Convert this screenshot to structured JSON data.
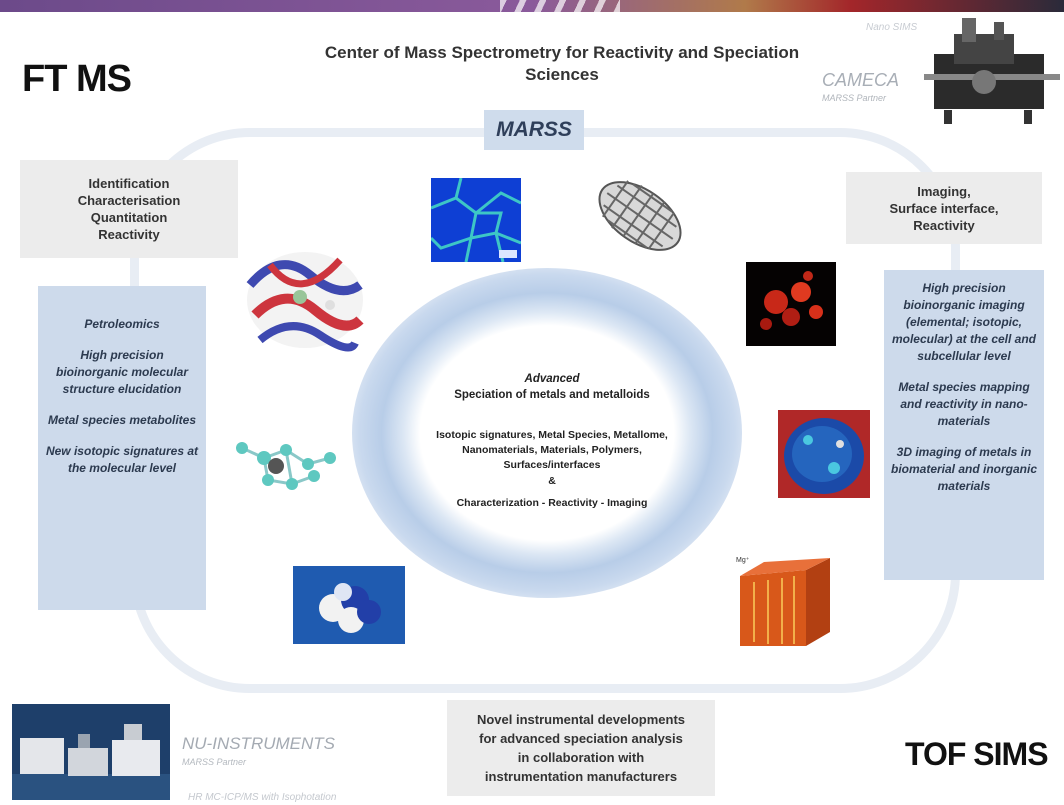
{
  "header": {
    "title_line1": "Center of Mass Spectrometry for Reactivity and Speciation",
    "title_line2": "Sciences"
  },
  "labels": {
    "ft_ms": "FT MS",
    "tof_sims": "TOF SIMS",
    "marss": "MARSS"
  },
  "left": {
    "header_lines": [
      "Identification",
      "Characterisation",
      "Quantitation",
      "Reactivity"
    ],
    "panel": [
      "Petroleomics",
      "High precision bioinorganic molecular structure elucidation",
      "Metal species metabolites",
      "New isotopic signatures at the molecular level"
    ]
  },
  "right": {
    "header_lines": [
      "Imaging,",
      "Surface interface,",
      "Reactivity"
    ],
    "panel": [
      "High precision bioinorganic imaging (elemental; isotopic, molecular) at the cell and subcellular level",
      "Metal species mapping and reactivity in nano-materials",
      "3D imaging of metals in biomaterial and inorganic materials"
    ]
  },
  "center": {
    "line1": "Advanced",
    "line2": "Speciation of metals and metalloids",
    "line3": "Isotopic signatures, Metal Species, Metallome,",
    "line4": "Nanomaterials, Materials, Polymers,",
    "line5": "Surfaces/interfaces",
    "line6": "&",
    "line7": "Characterization - Reactivity - Imaging"
  },
  "bottom": {
    "lines": [
      "Novel instrumental developments",
      "for advanced speciation analysis",
      "in collaboration with",
      "instrumentation manufacturers"
    ]
  },
  "partners": {
    "cameca_top": "Nano SIMS",
    "cameca": "CAMECA",
    "cameca_sub": "MARSS Partner",
    "nu": "NU-INSTRUMENTS",
    "nu_sub": "MARSS Partner",
    "nu_bottom": "HR MC-ICP/MS with Isophotation"
  },
  "colors": {
    "panel_blue": "#cddaeb",
    "header_grey": "#ececec",
    "ring_blue": "#b8cde8"
  }
}
